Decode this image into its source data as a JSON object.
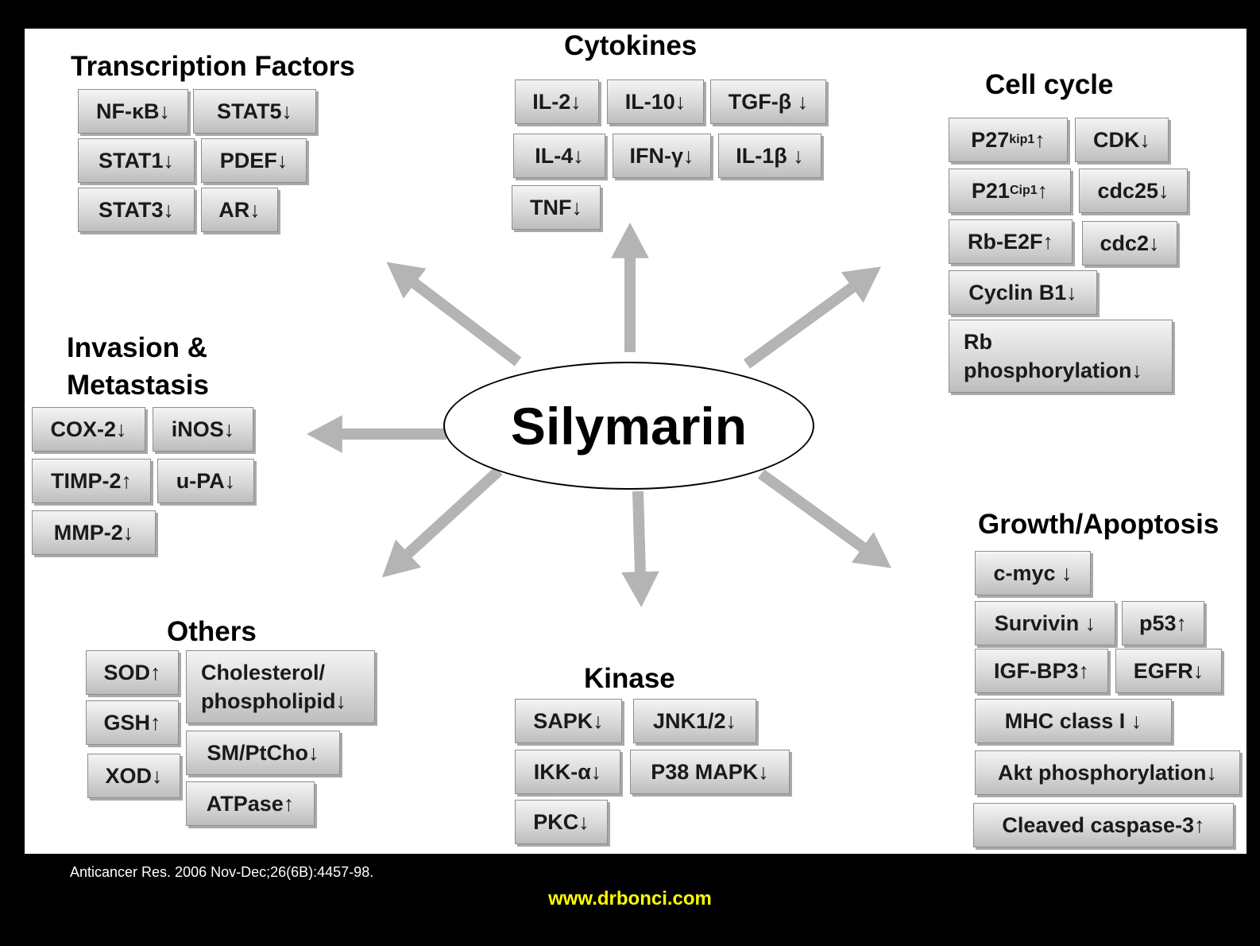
{
  "center": "Silymarin",
  "colors": {
    "background": "#000000",
    "panel": "#ffffff",
    "arrow": "#b4b4b4",
    "site": "#ffff00"
  },
  "groups": {
    "transcription": {
      "title": "Transcription Factors",
      "items": [
        "NF-κB↓",
        "STAT5↓",
        "STAT1↓",
        "PDEF↓",
        "STAT3↓",
        "AR↓"
      ]
    },
    "cytokines": {
      "title": "Cytokines",
      "items": [
        "IL-2↓",
        "IL-10↓",
        "TGF-β ↓",
        "IL-4↓",
        "IFN-γ↓",
        "IL-1β ↓",
        "TNF↓"
      ]
    },
    "cellcycle": {
      "title": "Cell cycle",
      "items": [
        "P27",
        "kip1",
        " ↑",
        "CDK↓",
        "P21",
        "Cip1",
        " ↑",
        "cdc25↓",
        "Rb-E2F↑",
        "cdc2↓",
        "Cyclin B1↓",
        "Rb",
        "phosphorylation↓"
      ]
    },
    "invasion": {
      "title_line1": "Invasion &",
      "title_line2": "Metastasis",
      "items": [
        "COX-2↓",
        "iNOS↓",
        "TIMP-2↑",
        "u-PA↓",
        "MMP-2↓"
      ]
    },
    "growth": {
      "title": "Growth/Apoptosis",
      "items": [
        "c-myc ↓",
        "Survivin ↓",
        "p53↑",
        "IGF-BP3↑",
        "EGFR↓",
        "MHC class I ↓",
        "Akt phosphorylation↓",
        "Cleaved caspase-3↑"
      ]
    },
    "others": {
      "title": "Others",
      "items": [
        "SOD↑",
        "Cholesterol/",
        "phospholipid↓",
        "GSH↑",
        "SM/PtCho↓",
        "XOD↓",
        "ATPase↑"
      ]
    },
    "kinase": {
      "title": "Kinase",
      "items": [
        "SAPK↓",
        "JNK1/2↓",
        "IKK-α↓",
        "P38 MAPK↓",
        "PKC↓"
      ]
    }
  },
  "citation": "Anticancer Res. 2006 Nov-Dec;26(6B):4457-98.",
  "website": "www.drbonci.com"
}
